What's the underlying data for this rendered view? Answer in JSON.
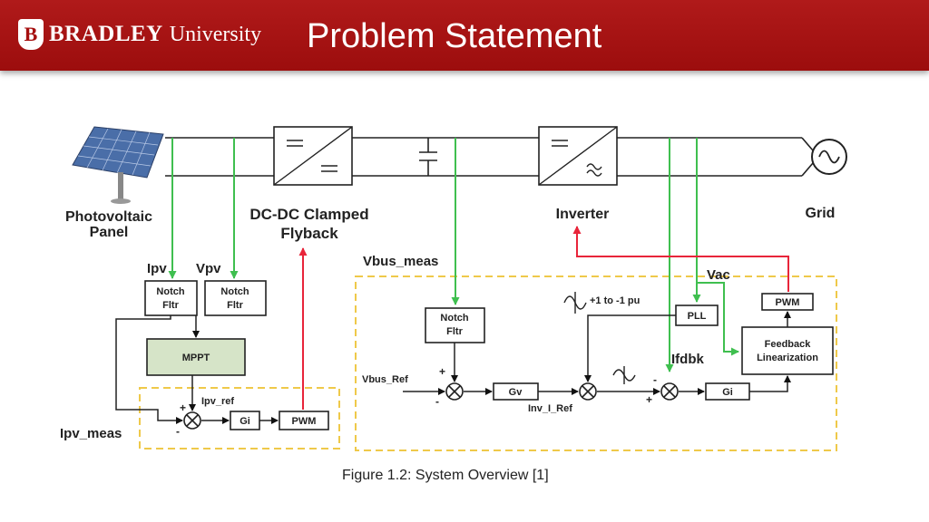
{
  "header": {
    "logo_bold": "BRADLEY",
    "logo_regular": "University",
    "logo_mark": "B",
    "title": "Problem Statement"
  },
  "diagram": {
    "labels": {
      "pv_panel_line1": "Photovoltaic",
      "pv_panel_line2": "Panel",
      "flyback_line1": "DC-DC Clamped",
      "flyback_line2": "Flyback",
      "inverter": "Inverter",
      "grid": "Grid",
      "ipv": "Ipv",
      "vpv": "Vpv",
      "vbus_meas": "Vbus_meas",
      "vac": "Vac",
      "ifdbk": "Ifdbk",
      "ipv_ref": "Ipv_ref",
      "ipv_meas": "Ipv_meas",
      "vbus_ref": "Vbus_Ref",
      "inv_i_ref": "Inv_I_Ref",
      "pu_range": "+1 to -1 pu",
      "plus": "+",
      "minus": "-"
    },
    "blocks": {
      "notch_line1": "Notch",
      "notch_line2": "Fltr",
      "mppt": "MPPT",
      "gi": "Gi",
      "gv": "Gv",
      "pwm": "PWM",
      "pll": "PLL",
      "feedback_line1": "Feedback",
      "feedback_line2": "Linearization"
    },
    "colors": {
      "sense_line": "#3fbf4f",
      "control_line": "#e8253a",
      "dashed_box": "#efc94a",
      "mppt_fill": "#d6e4c8"
    }
  },
  "caption": "Figure 1.2: System Overview [1]"
}
